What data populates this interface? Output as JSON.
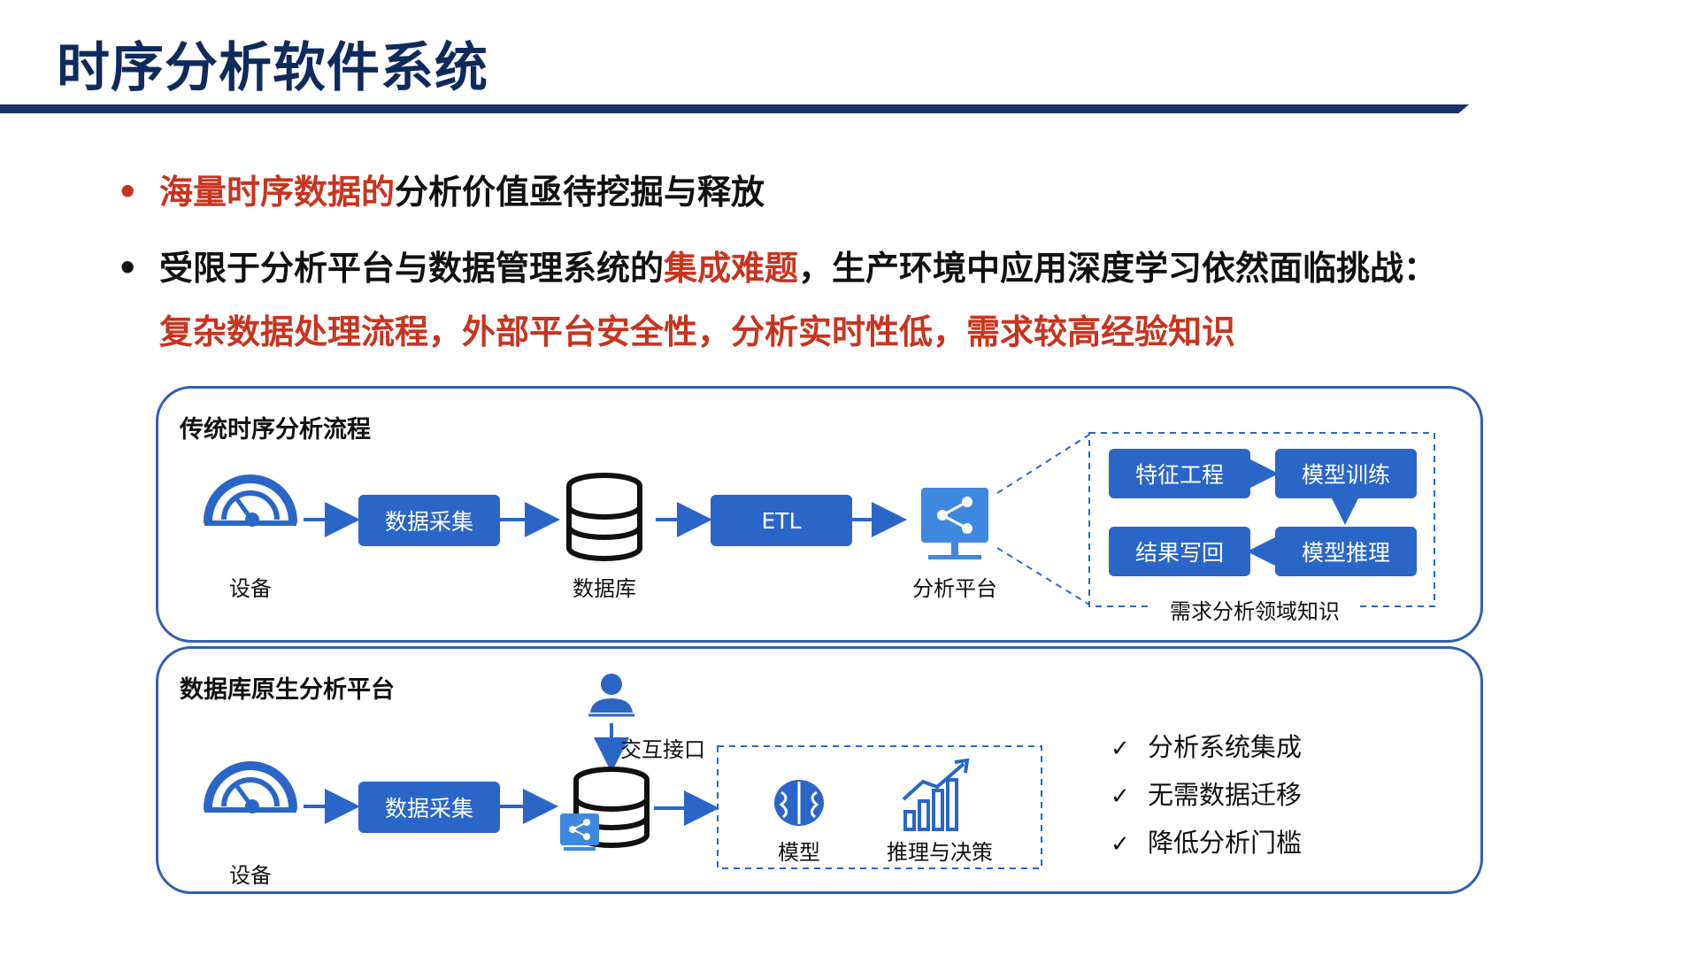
{
  "slide": {
    "title": "时序分析软件系统"
  },
  "bullets": {
    "b1_red": "海量时序数据的",
    "b1_rest": "分析价值亟待挖掘与释放",
    "b2_pre": "受限于分析平台与数据管理系统的",
    "b2_red": "集成难题",
    "b2_post": "，生产环境中应用深度学习依然面临挑战：",
    "b3_red": "复杂数据处理流程，外部平台安全性，分析实时性低，需求较高经验知识",
    "dot": "•"
  },
  "traditional": {
    "title": "传统时序分析流程",
    "device_label": "设备",
    "collect_label": "数据采集",
    "db_label": "数据库",
    "etl_label": "ETL",
    "platform_label": "分析平台",
    "feature_label": "特征工程",
    "train_label": "模型训练",
    "writeback_label": "结果写回",
    "infer_label": "模型推理",
    "domain_label": "需求分析领域知识"
  },
  "native": {
    "title": "数据库原生分析平台",
    "device_label": "设备",
    "collect_label": "数据采集",
    "interface_label": "交互接口",
    "model_label": "模型",
    "decision_label": "推理与决策",
    "checks": [
      "分析系统集成",
      "无需数据迁移",
      "降低分析门槛"
    ],
    "check_mark": "✓"
  },
  "colors": {
    "accent": "#2a66c8",
    "title": "#0f2a5c",
    "red": "#c8341f",
    "border": "#2f5fb1"
  }
}
